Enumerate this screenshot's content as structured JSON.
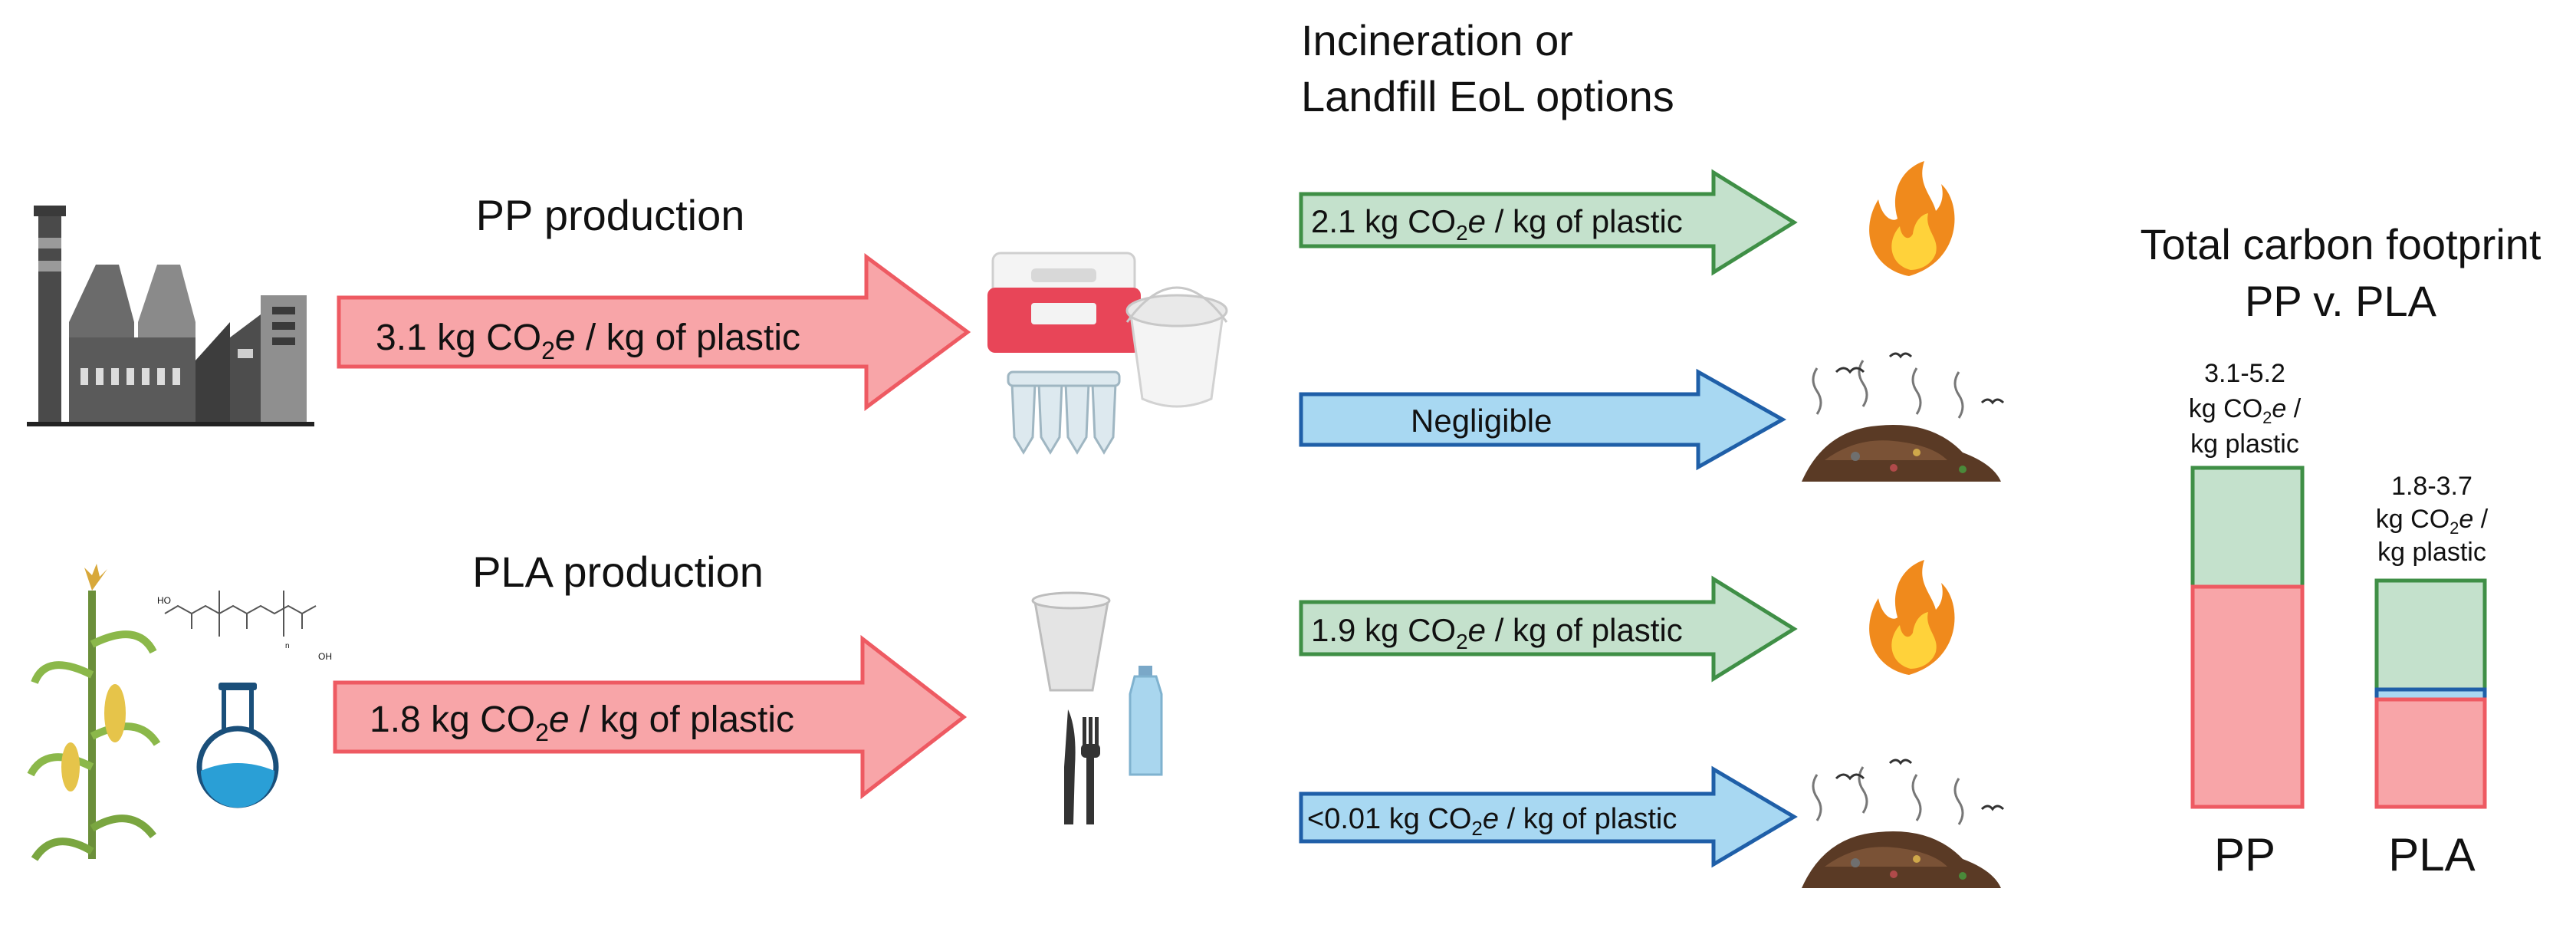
{
  "eol_header": {
    "line1": "Incineration or",
    "line2": "Landfill EoL options"
  },
  "pp": {
    "title": "PP production",
    "emission": {
      "value": "3.1 kg CO",
      "sub": "2",
      "e": "e",
      "suffix": " / kg of plastic"
    }
  },
  "pla": {
    "title": "PLA production",
    "emission": {
      "value": "1.8 kg CO",
      "sub": "2",
      "e": "e",
      "suffix": " / kg of plastic"
    }
  },
  "eol": {
    "pp_incineration": {
      "value": "2.1 kg CO",
      "sub": "2",
      "e": "e",
      "suffix": " / kg of plastic"
    },
    "pp_landfill": {
      "text": "Negligible"
    },
    "pla_incineration": {
      "value": "1.9 kg CO",
      "sub": "2",
      "e": "e",
      "suffix": " / kg of plastic"
    },
    "pla_landfill": {
      "value": "<0.01 kg CO",
      "sub": "2",
      "e": "e",
      "suffix": " / kg of plastic"
    }
  },
  "footprint": {
    "title_line1": "Total carbon footprint",
    "title_line2": "PP v. PLA",
    "pp": {
      "range": "3.1-5.2",
      "unit_prefix": "kg CO",
      "unit_sub": "2",
      "unit_e": "e",
      "unit_suffix": " /",
      "unit_line3": "kg plastic",
      "label": "PP"
    },
    "pla": {
      "range": "1.8-3.7",
      "unit_prefix": "kg CO",
      "unit_sub": "2",
      "unit_e": "e",
      "unit_suffix": " /",
      "unit_line3": "kg plastic",
      "label": "PLA"
    }
  },
  "colors": {
    "red_fill": "#f8a5a8",
    "red_stroke": "#ee5a62",
    "green_fill": "#c4e1cc",
    "green_stroke": "#3f8f46",
    "blue_fill": "#a8d8f2",
    "blue_stroke": "#1f5fa8"
  }
}
